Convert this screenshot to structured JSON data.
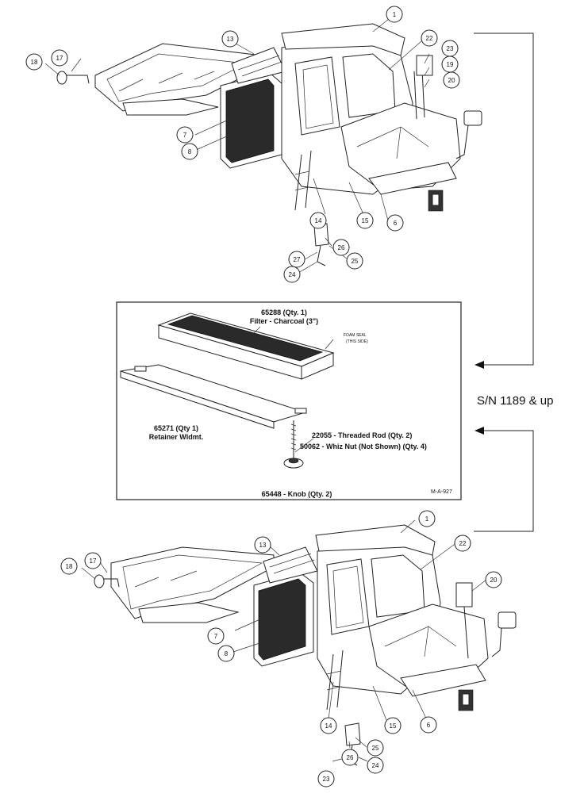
{
  "callouts_top": [
    "1",
    "22",
    "13",
    "18",
    "17",
    "23",
    "19",
    "20",
    "7",
    "8",
    "14",
    "15",
    "6",
    "26",
    "27",
    "25",
    "24"
  ],
  "callouts_bottom": [
    "1",
    "22",
    "13",
    "18",
    "17",
    "20",
    "7",
    "8",
    "14",
    "15",
    "6",
    "25",
    "26",
    "24",
    "23"
  ],
  "inset": {
    "filter_part": "65288 (Qty. 1)",
    "filter_name": "Filter - Charcoal (3\")",
    "foam_seal": "FOAM SEAL",
    "this_side": "(THIS SIDE)",
    "retainer_part": "65271 (Qty 1)",
    "retainer_name": "Retainer Wldmt.",
    "rod": "22055 - Threaded Rod (Qty. 2)",
    "nut": "50062 - Whiz Nut (Not Shown) (Qty. 4)",
    "knob": "65448 - Knob (Qty. 2)",
    "drawing_no": "M-A-927"
  },
  "serial_note": "S/N 1189 & up"
}
